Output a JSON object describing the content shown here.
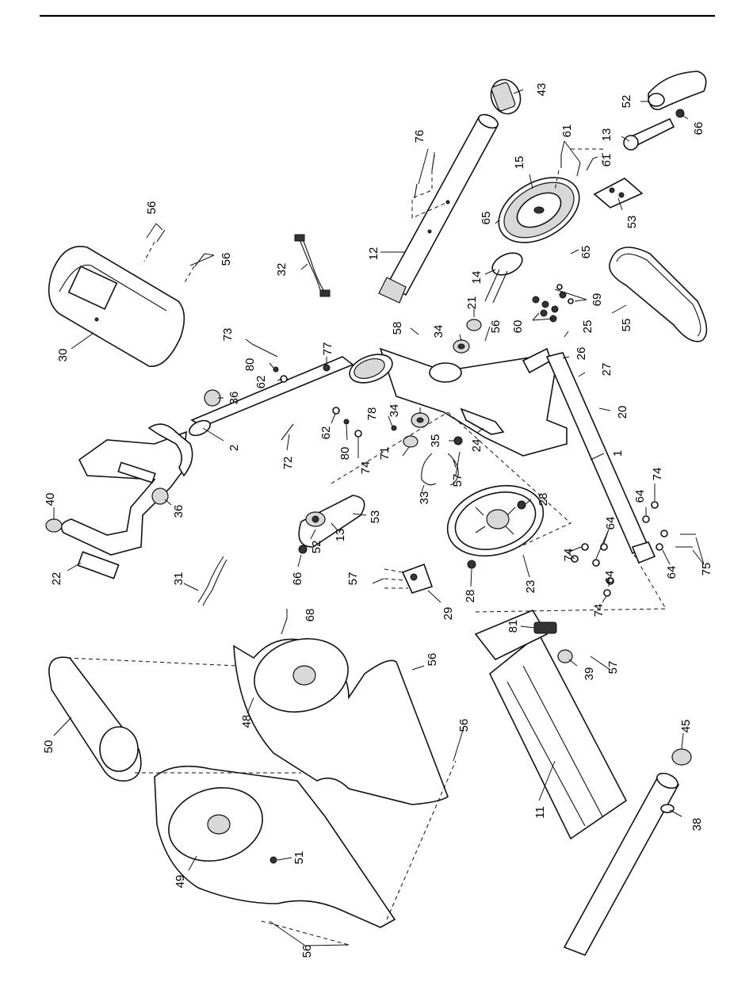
{
  "diagram": {
    "callouts": [
      {
        "id": "c43",
        "text": "43"
      },
      {
        "id": "c52a",
        "text": "52"
      },
      {
        "id": "c66a",
        "text": "66"
      },
      {
        "id": "c13a",
        "text": "13"
      },
      {
        "id": "c76",
        "text": "76"
      },
      {
        "id": "c61a",
        "text": "61"
      },
      {
        "id": "c61b",
        "text": "61"
      },
      {
        "id": "c15",
        "text": "15"
      },
      {
        "id": "c53a",
        "text": "53"
      },
      {
        "id": "c56a",
        "text": "56"
      },
      {
        "id": "c56b",
        "text": "56"
      },
      {
        "id": "c65a",
        "text": "65"
      },
      {
        "id": "c65b",
        "text": "65"
      },
      {
        "id": "c32",
        "text": "32"
      },
      {
        "id": "c12",
        "text": "12"
      },
      {
        "id": "c14",
        "text": "14"
      },
      {
        "id": "c69",
        "text": "69"
      },
      {
        "id": "c55",
        "text": "55"
      },
      {
        "id": "c60",
        "text": "60"
      },
      {
        "id": "c30",
        "text": "30"
      },
      {
        "id": "c21",
        "text": "21"
      },
      {
        "id": "c25",
        "text": "25"
      },
      {
        "id": "c73",
        "text": "73"
      },
      {
        "id": "c58",
        "text": "58"
      },
      {
        "id": "c34a",
        "text": "34"
      },
      {
        "id": "c56c",
        "text": "56"
      },
      {
        "id": "c26",
        "text": "26"
      },
      {
        "id": "c77",
        "text": "77"
      },
      {
        "id": "c27",
        "text": "27"
      },
      {
        "id": "c80a",
        "text": "80"
      },
      {
        "id": "c62a",
        "text": "62"
      },
      {
        "id": "c36a",
        "text": "36"
      },
      {
        "id": "c78",
        "text": "78"
      },
      {
        "id": "c34b",
        "text": "34"
      },
      {
        "id": "c20",
        "text": "20"
      },
      {
        "id": "c62b",
        "text": "62"
      },
      {
        "id": "c2",
        "text": "2"
      },
      {
        "id": "c35",
        "text": "35"
      },
      {
        "id": "c24",
        "text": "24"
      },
      {
        "id": "c71",
        "text": "71"
      },
      {
        "id": "c80b",
        "text": "80"
      },
      {
        "id": "c72",
        "text": "72"
      },
      {
        "id": "c74a",
        "text": "74"
      },
      {
        "id": "c57a",
        "text": "57"
      },
      {
        "id": "c1",
        "text": "1"
      },
      {
        "id": "c33",
        "text": "33"
      },
      {
        "id": "c28a",
        "text": "28"
      },
      {
        "id": "c74b",
        "text": "74"
      },
      {
        "id": "c40",
        "text": "40"
      },
      {
        "id": "c36b",
        "text": "36"
      },
      {
        "id": "c53b",
        "text": "53"
      },
      {
        "id": "c64a",
        "text": "64"
      },
      {
        "id": "c13b",
        "text": "13"
      },
      {
        "id": "c64b",
        "text": "64"
      },
      {
        "id": "c52b",
        "text": "52"
      },
      {
        "id": "c22",
        "text": "22"
      },
      {
        "id": "c74c",
        "text": "74"
      },
      {
        "id": "c75",
        "text": "75"
      },
      {
        "id": "c66b",
        "text": "66"
      },
      {
        "id": "c64c",
        "text": "64"
      },
      {
        "id": "c31",
        "text": "31"
      },
      {
        "id": "c57b",
        "text": "57"
      },
      {
        "id": "c23",
        "text": "23"
      },
      {
        "id": "c64d",
        "text": "64"
      },
      {
        "id": "c28b",
        "text": "28"
      },
      {
        "id": "c74d",
        "text": "74"
      },
      {
        "id": "c29",
        "text": "29"
      },
      {
        "id": "c68",
        "text": "68"
      },
      {
        "id": "c81",
        "text": "81"
      },
      {
        "id": "c56d",
        "text": "56"
      },
      {
        "id": "c39",
        "text": "39"
      },
      {
        "id": "c57c",
        "text": "57"
      },
      {
        "id": "c48",
        "text": "48"
      },
      {
        "id": "c50",
        "text": "50"
      },
      {
        "id": "c56e",
        "text": "56"
      },
      {
        "id": "c45",
        "text": "45"
      },
      {
        "id": "c11",
        "text": "11"
      },
      {
        "id": "c51",
        "text": "51"
      },
      {
        "id": "c38",
        "text": "38"
      },
      {
        "id": "c49",
        "text": "49"
      },
      {
        "id": "c56f",
        "text": "56"
      }
    ]
  }
}
